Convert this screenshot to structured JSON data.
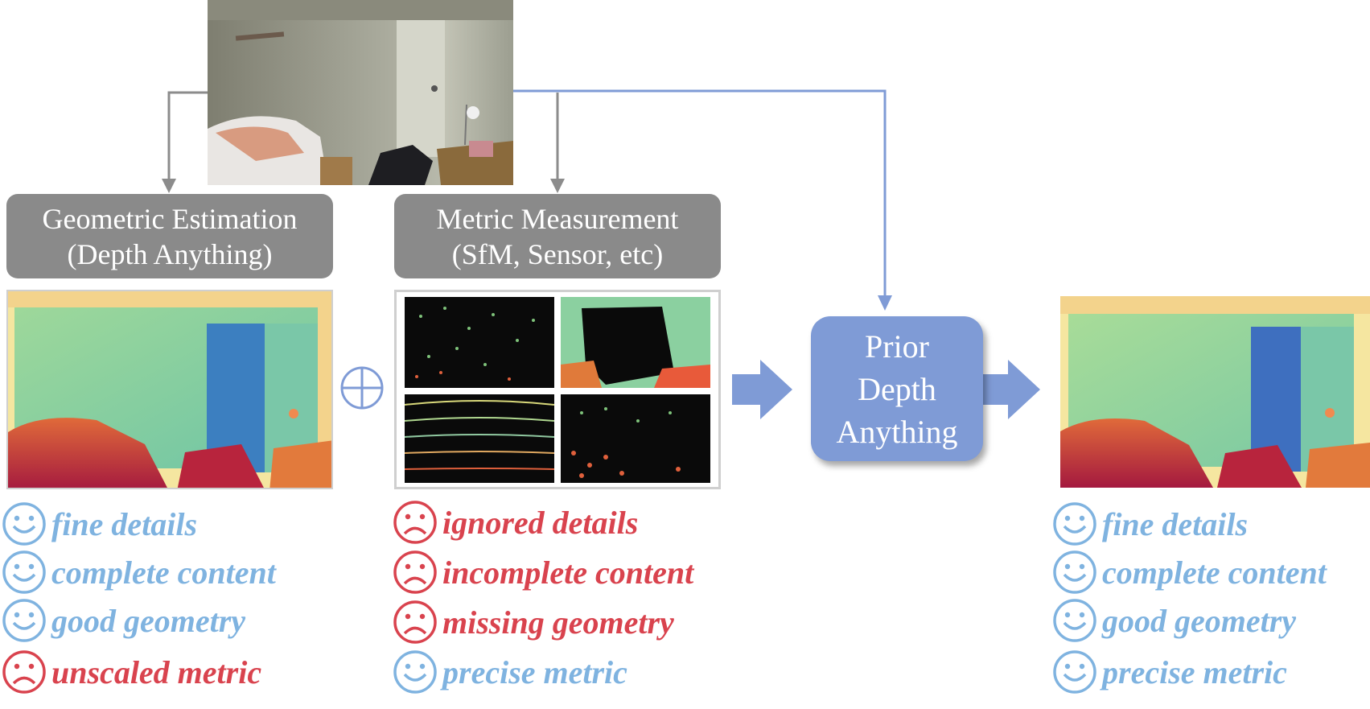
{
  "boxes": {
    "geometric": {
      "line1": "Geometric Estimation",
      "line2": "(Depth Anything)"
    },
    "metric": {
      "line1": "Metric Measurement",
      "line2": "(SfM, Sensor, etc)"
    },
    "prior": {
      "line1": "Prior",
      "line2": "Depth",
      "line3": "Anything"
    }
  },
  "colors": {
    "good": "#7fb3e0",
    "bad": "#d9434e",
    "gray_box": "#8a8a8a",
    "blue_box": "#7f9bd6",
    "gray_arrow": "#8c8c8c",
    "blue_arrow": "#7f9bd6"
  },
  "left_list": [
    {
      "text": "fine details",
      "type": "good"
    },
    {
      "text": "complete content",
      "type": "good"
    },
    {
      "text": "good geometry",
      "type": "good"
    },
    {
      "text": "unscaled metric",
      "type": "bad"
    }
  ],
  "middle_list": [
    {
      "text": "ignored details",
      "type": "bad"
    },
    {
      "text": "incomplete content",
      "type": "bad"
    },
    {
      "text": "missing geometry",
      "type": "bad"
    },
    {
      "text": "precise metric",
      "type": "good"
    }
  ],
  "right_list": [
    {
      "text": "fine details",
      "type": "good"
    },
    {
      "text": "complete content",
      "type": "good"
    },
    {
      "text": "good geometry",
      "type": "good"
    },
    {
      "text": "precise metric",
      "type": "good"
    }
  ]
}
